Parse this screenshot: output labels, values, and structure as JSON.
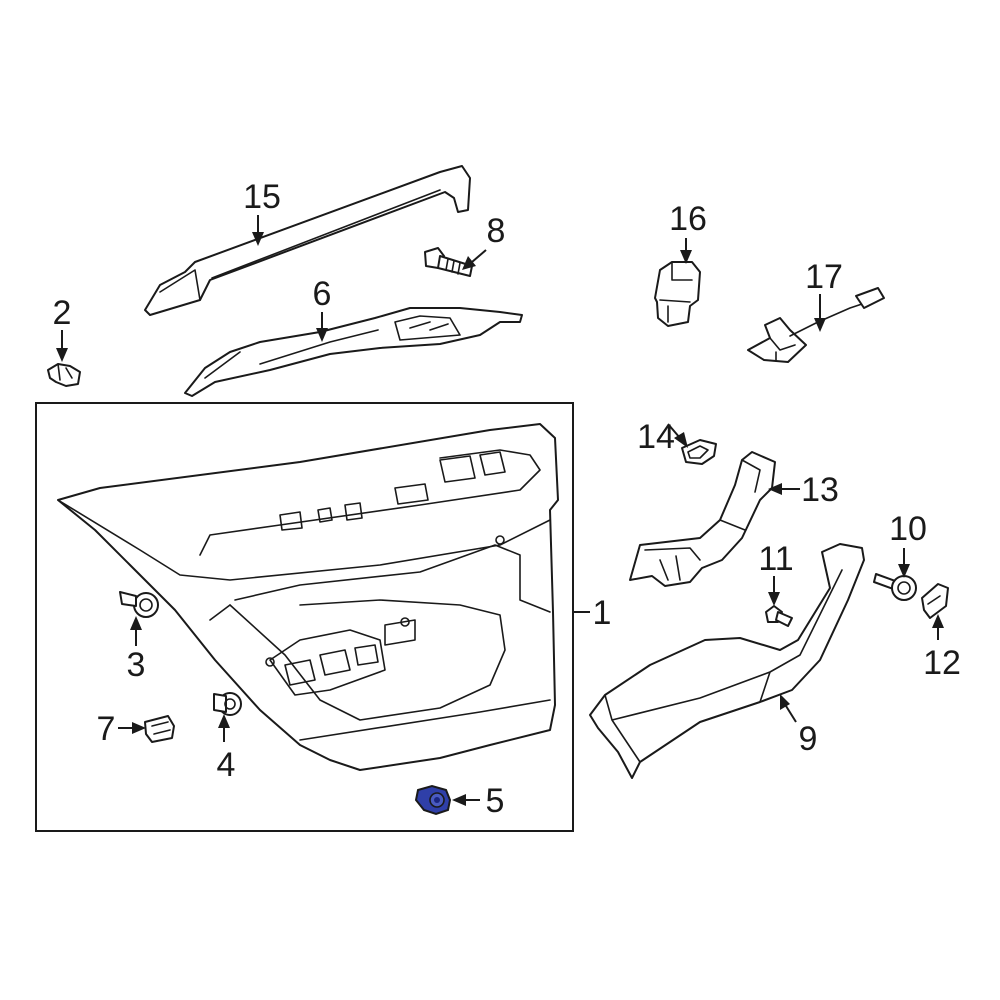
{
  "diagram": {
    "highlight_color": "#2f3fa8",
    "highlighted_part": "5",
    "callouts": {
      "c1": "1",
      "c2": "2",
      "c3": "3",
      "c4": "4",
      "c5": "5",
      "c6": "6",
      "c7": "7",
      "c8": "8",
      "c9": "9",
      "c10": "10",
      "c11": "11",
      "c12": "12",
      "c13": "13",
      "c14": "14",
      "c15": "15",
      "c16": "16",
      "c17": "17"
    }
  }
}
